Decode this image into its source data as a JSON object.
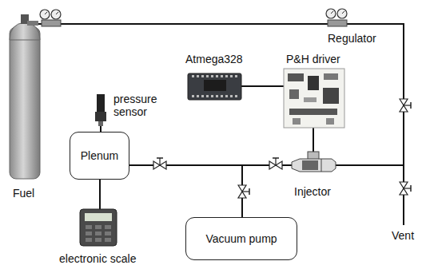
{
  "diagram": {
    "nodes": [
      {
        "text": [
          "Plenum"
        ]
      },
      {
        "text": [
          "Vacuum pump"
        ]
      }
    ],
    "edges": [
      {
        "from": 0,
        "to": 1,
        "arrow": "none"
      }
    ],
    "labels": [
      "Fuel",
      "Regulator",
      "Atmega328",
      "P&H driver",
      "pressure sensor",
      "Injector",
      "Vent",
      "electronic scale"
    ]
  }
}
